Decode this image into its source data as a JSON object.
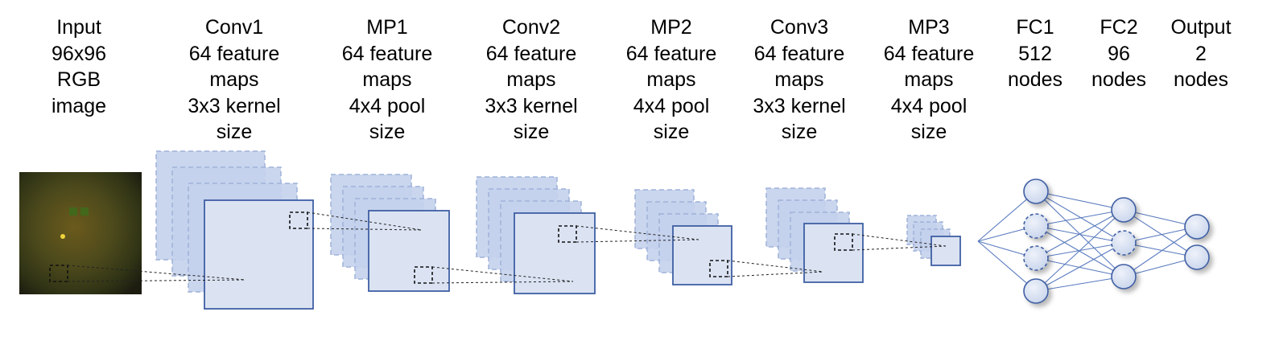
{
  "stages": [
    {
      "id": "input",
      "lines": [
        "Input",
        "96x96",
        "RGB",
        "image"
      ]
    },
    {
      "id": "conv1",
      "lines": [
        "Conv1",
        "64 feature",
        "maps",
        "3x3 kernel",
        "size"
      ]
    },
    {
      "id": "mp1",
      "lines": [
        "MP1",
        "64 feature",
        "maps",
        "4x4 pool",
        "size"
      ]
    },
    {
      "id": "conv2",
      "lines": [
        "Conv2",
        "64 feature",
        "maps",
        "3x3 kernel",
        "size"
      ]
    },
    {
      "id": "mp2",
      "lines": [
        "MP2",
        "64 feature",
        "maps",
        "4x4 pool",
        "size"
      ]
    },
    {
      "id": "conv3",
      "lines": [
        "Conv3",
        "64 feature",
        "maps",
        "3x3 kernel",
        "size"
      ]
    },
    {
      "id": "mp3",
      "lines": [
        "MP3",
        "64 feature",
        "maps",
        "4x4 pool",
        "size"
      ]
    },
    {
      "id": "fc1",
      "lines": [
        "FC1",
        "512",
        "nodes"
      ]
    },
    {
      "id": "fc2",
      "lines": [
        "FC2",
        "96",
        "nodes"
      ]
    },
    {
      "id": "output",
      "lines": [
        "Output",
        "2",
        "nodes"
      ]
    }
  ],
  "colors": {
    "map_fill": "#dbe3f3",
    "map_stroke": "#3f5fa3",
    "stack_fill": "#c4d1ec",
    "stack_stroke": "#9fb2d9",
    "edge": "#5a7bbf",
    "fundus_bg": "#2a2a18"
  }
}
